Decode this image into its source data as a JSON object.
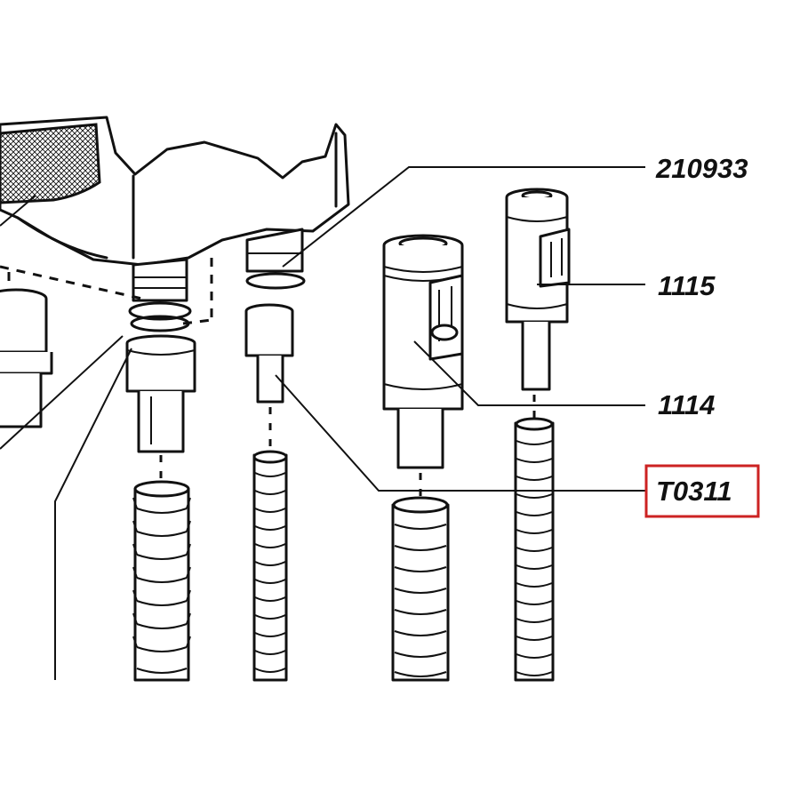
{
  "callouts": [
    {
      "id": "210933"
    },
    {
      "id": "1115"
    },
    {
      "id": "1114"
    },
    {
      "id": "T0311"
    }
  ],
  "highlight": {
    "callout": "T0311",
    "color": "#cc2222"
  },
  "colors": {
    "ink": "#111111",
    "paper": "#ffffff"
  }
}
